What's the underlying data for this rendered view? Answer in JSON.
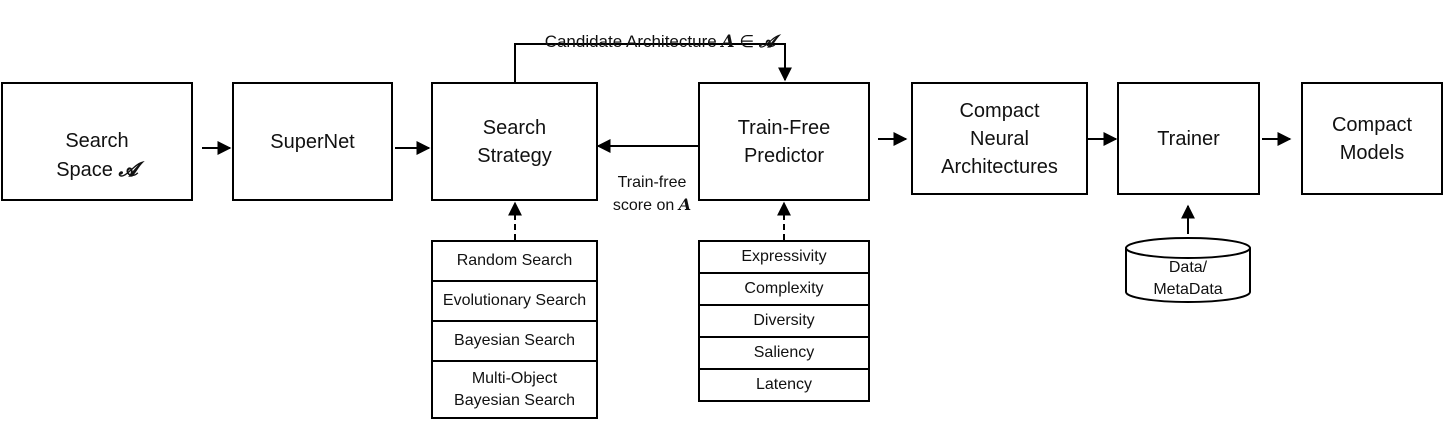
{
  "top_label": {
    "text": "Candidate Architecture ",
    "math_a": "A",
    "elem": " ∈ ",
    "math_set": "𝓐"
  },
  "boxes": {
    "search_space": {
      "line1": "Search",
      "line2": "Space ",
      "math": "𝓐"
    },
    "supernet": "SuperNet",
    "search_strategy": "Search\nStrategy",
    "train_free_predictor": "Train-Free\nPredictor",
    "compact_neural_architectures": "Compact\nNeural\nArchitectures",
    "trainer": "Trainer",
    "compact_models": "Compact\nModels"
  },
  "feedback_label": {
    "line1": "Train-free",
    "line2": "score on ",
    "math": "A"
  },
  "search_methods": [
    "Random Search",
    "Evolutionary Search",
    "Bayesian Search",
    "Multi-Object\nBayesian Search"
  ],
  "predictor_metrics": [
    "Expressivity",
    "Complexity",
    "Diversity",
    "Saliency",
    "Latency"
  ],
  "data_store": "Data/\nMetaData"
}
